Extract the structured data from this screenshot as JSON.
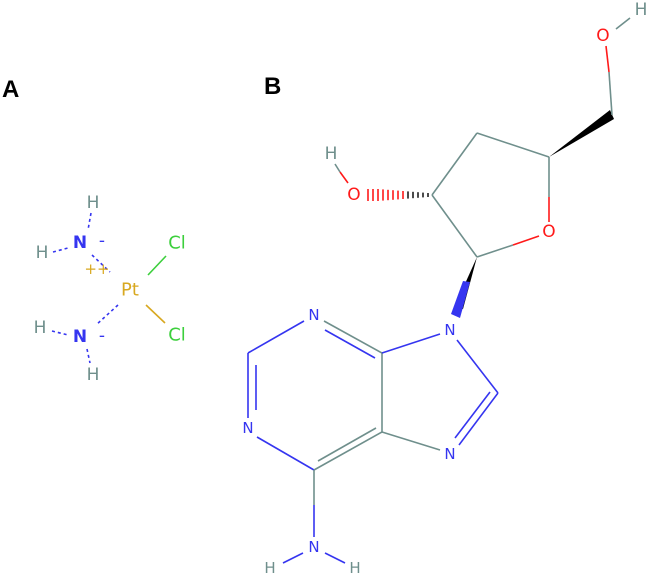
{
  "panels": {
    "a": {
      "label": "A",
      "atoms": {
        "pt": "Pt",
        "cl1": "Cl",
        "cl2": "Cl",
        "n1": "N",
        "n2": "N",
        "h": "H",
        "minus": "-",
        "charge": "++"
      }
    },
    "b": {
      "label": "B",
      "atoms": {
        "o": "O",
        "h": "H",
        "n": "N"
      }
    }
  },
  "colors": {
    "carbon_bond": "#6f8f8c",
    "hydrogen": "#6f8f8c",
    "nitrogen": "#3535f0",
    "oxygen": "#ff1a1a",
    "chlorine": "#3ccf3c",
    "platinum": "#d8a820",
    "label": "#000000"
  }
}
